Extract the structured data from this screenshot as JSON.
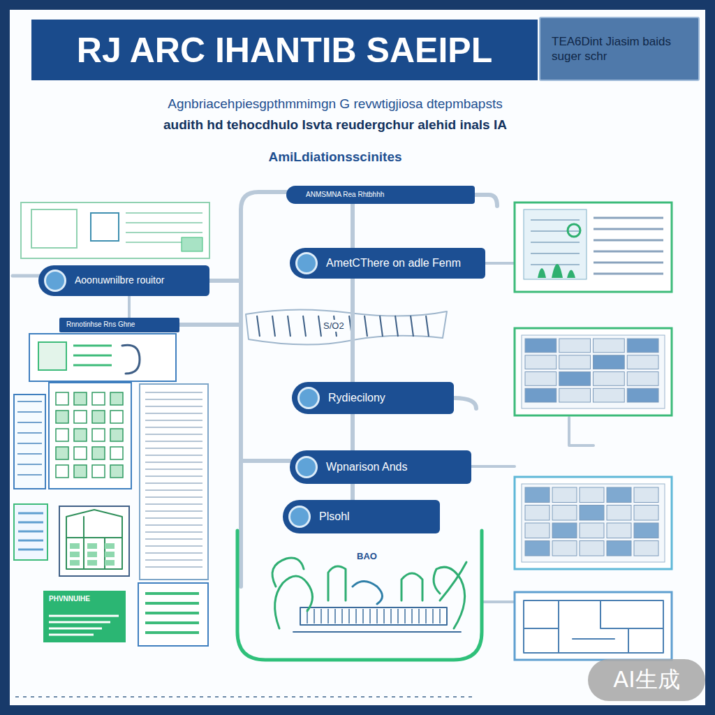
{
  "diagram": {
    "title": "RJ ARC IHANTIB SAEIPL",
    "nodes": [
      {
        "text": [
          "TEA6Dint Jiasim baids suger schr"
        ]
      },
      {
        "text": [
          "ANMSMNA Rea Rhtbhhh"
        ]
      },
      {
        "text": [
          "AmetCThere on adle Fenm"
        ]
      },
      {
        "text": [
          "Aoonuwnilbre rouitor"
        ]
      },
      {
        "text": [
          "Rnnotinhse Rns Ghne"
        ]
      },
      {
        "text": [
          "Rydiecilony"
        ]
      },
      {
        "text": [
          "Wpnarison Ands"
        ]
      },
      {
        "text": [
          "Plsohl"
        ]
      },
      {
        "text": [
          "PHVNNUIHE"
        ]
      }
    ],
    "edges": [
      {
        "from": 1,
        "to": 2,
        "arrow": "none"
      },
      {
        "from": 2,
        "to": 5,
        "arrow": "none"
      },
      {
        "from": 5,
        "to": 6,
        "arrow": "none"
      },
      {
        "from": 6,
        "to": 7,
        "arrow": "none"
      }
    ],
    "labels": [
      "Agnbriacehpiesgpthmmimgn G revwtigjiosa dtepmbapsts",
      "audith hd tehocdhulo Isvta reudergchur alehid inals IA",
      "AmiLdiationsscinites",
      "S/O2",
      "BAO",
      "AI生成"
    ]
  }
}
